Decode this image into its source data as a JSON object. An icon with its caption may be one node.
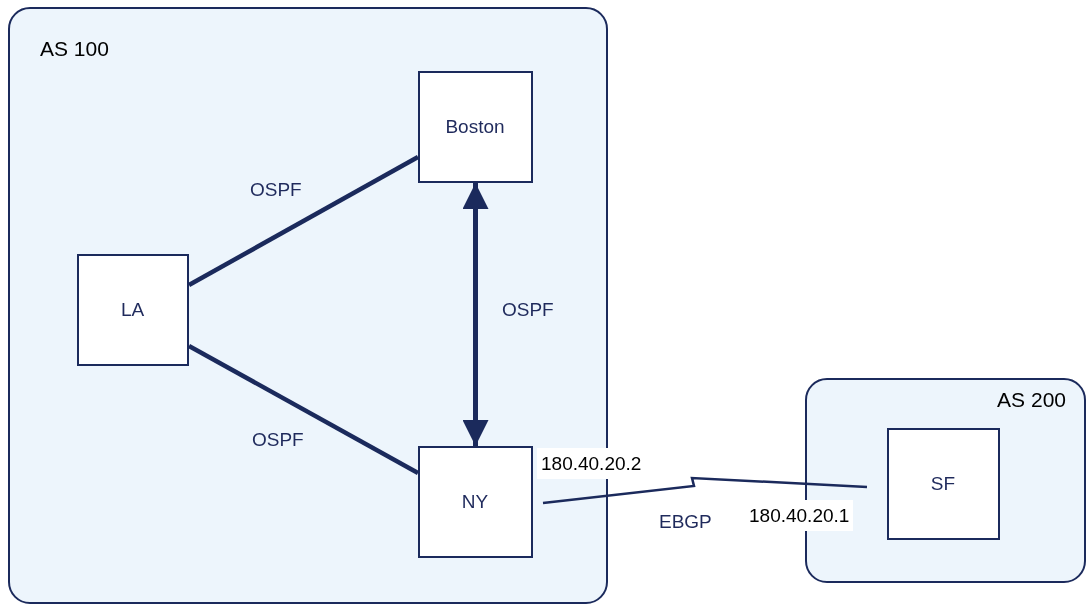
{
  "diagram": {
    "nodes": [
      {
        "text": [
          "AS 100"
        ]
      },
      {
        "text": [
          "Boston"
        ],
        "in": 0
      },
      {
        "text": [
          "LA"
        ],
        "in": 0
      },
      {
        "text": [
          "NY"
        ],
        "in": 0
      },
      {
        "text": [
          "AS 200"
        ]
      },
      {
        "text": [
          "SF"
        ],
        "in": 4
      }
    ],
    "edges": [
      {
        "from": 2,
        "to": 1,
        "arrow": "none",
        "label": "OSPF"
      },
      {
        "from": 1,
        "to": 3,
        "arrow": "both",
        "label": "OSPF"
      },
      {
        "from": 2,
        "to": 3,
        "arrow": "none",
        "label": "OSPF"
      },
      {
        "from": 3,
        "to": 5,
        "arrow": "none",
        "label": "EBGP"
      }
    ],
    "labels": [
      "180.40.20.2",
      "180.40.20.1"
    ]
  }
}
